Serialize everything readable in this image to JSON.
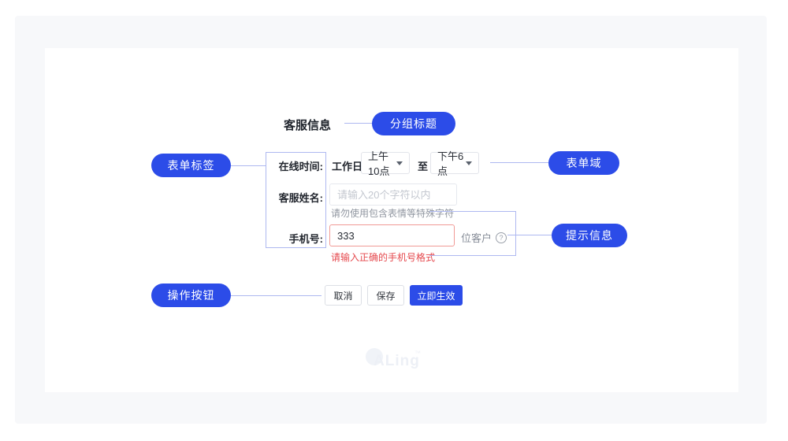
{
  "panel": {
    "section_title": "客服信息",
    "watermark": {
      "text": "ALing",
      "tm": "™"
    }
  },
  "callouts": {
    "group_title": "分组标题",
    "form_label": "表单标签",
    "form_field": "表单域",
    "hint_info": "提示信息",
    "action_buttons": "操作按钮"
  },
  "form": {
    "online_time": {
      "label": "在线时间:",
      "prefix": "工作日",
      "start_value": "上午10点",
      "connector": "至",
      "end_value": "下午6点"
    },
    "service_name": {
      "label": "客服姓名:",
      "placeholder": "请输入20个字符以内",
      "hint": "请勿使用包含表情等特殊字符"
    },
    "phone": {
      "label": "手机号:",
      "value": "333",
      "suffix": "位客户",
      "help": "?",
      "error": "请输入正确的手机号格式"
    },
    "actions": {
      "cancel": "取消",
      "save": "保存",
      "apply": "立即生效"
    }
  },
  "colors": {
    "accent": "#2c4ce8",
    "error_text": "#e5484d",
    "connector_line": "#aeb8f0",
    "panel_bg": "#f7f8fa"
  }
}
